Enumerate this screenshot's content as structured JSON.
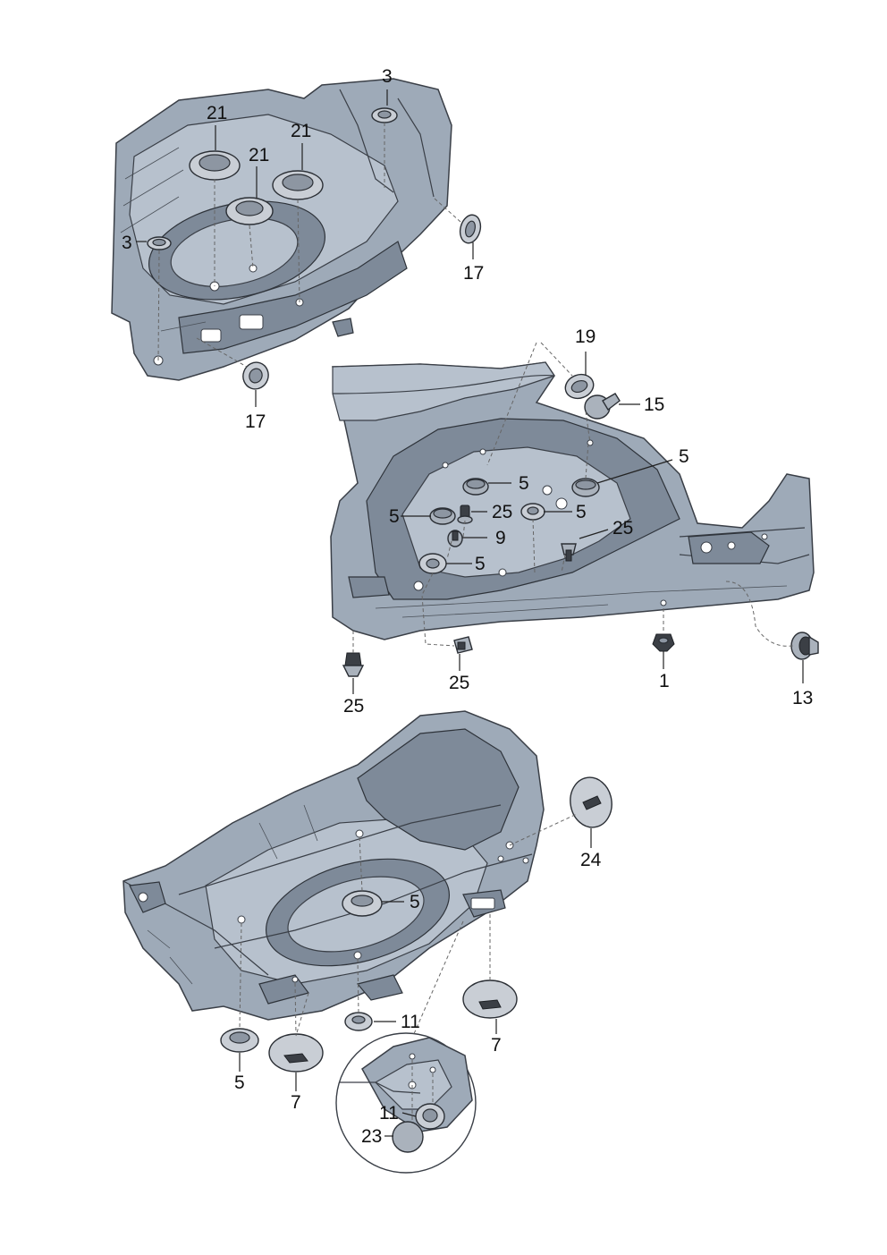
{
  "callouts": {
    "c1": "1",
    "c3a": "3",
    "c3b": "3",
    "c5a": "5",
    "c5b": "5",
    "c5c": "5",
    "c5d": "5",
    "c5e": "5",
    "c5f": "5",
    "c5g": "5",
    "c7a": "7",
    "c7b": "7",
    "c9": "9",
    "c11a": "11",
    "c11b": "11",
    "c13": "13",
    "c15": "15",
    "c17a": "17",
    "c17b": "17",
    "c19": "19",
    "c21a": "21",
    "c21b": "21",
    "c21c": "21",
    "c23": "23",
    "c24": "24",
    "c25a": "25",
    "c25b": "25",
    "c25c": "25",
    "c25d": "25"
  },
  "colors": {
    "body_panel": "#9eaab8",
    "outline": "#3a3f47",
    "background": "#ffffff"
  }
}
